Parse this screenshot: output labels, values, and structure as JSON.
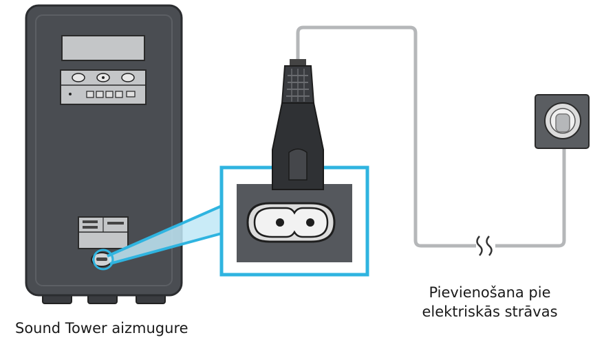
{
  "captions": {
    "tower": "Sound Tower aizmugure",
    "power_line1": "Pievienošana pie",
    "power_line2": "elektriskās strāvas"
  },
  "colors": {
    "tower_body": "#4a4d52",
    "tower_edge": "#2b2d30",
    "panel": "#bfc1c3",
    "highlight": "#2fb4e0",
    "cable": "#b5b7b9",
    "plug": "#333538",
    "socket_face": "#dcdcdc"
  }
}
